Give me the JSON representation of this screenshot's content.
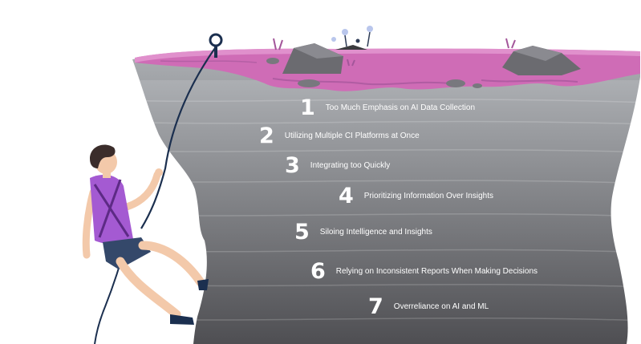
{
  "colors": {
    "rock_top": "#b8bbbf",
    "rock_bottom": "#4e4e52",
    "plateau": "#cf6cb6",
    "plateau_dark": "#a3569a",
    "boulder": "#6b6b70",
    "rope": "#1b2f4f",
    "shirt": "#a45ad2",
    "shorts": "#34486a",
    "skin": "#f3c9aa",
    "hair": "#3b2d2b",
    "flower": "#b9c6ec"
  },
  "icons": [
    "anchor-ring-icon",
    "flower-icon",
    "boulder-icon",
    "climber-figure"
  ],
  "items": [
    {
      "num": "1",
      "label": "Too Much Emphasis on AI Data Collection"
    },
    {
      "num": "2",
      "label": "Utilizing Multiple CI Platforms at Once"
    },
    {
      "num": "3",
      "label": "Integrating too Quickly"
    },
    {
      "num": "4",
      "label": "Prioritizing Information Over Insights"
    },
    {
      "num": "5",
      "label": "Siloing Intelligence and Insights"
    },
    {
      "num": "6",
      "label": "Relying on Inconsistent Reports When Making Decisions"
    },
    {
      "num": "7",
      "label": "Overreliance on AI and ML"
    }
  ]
}
